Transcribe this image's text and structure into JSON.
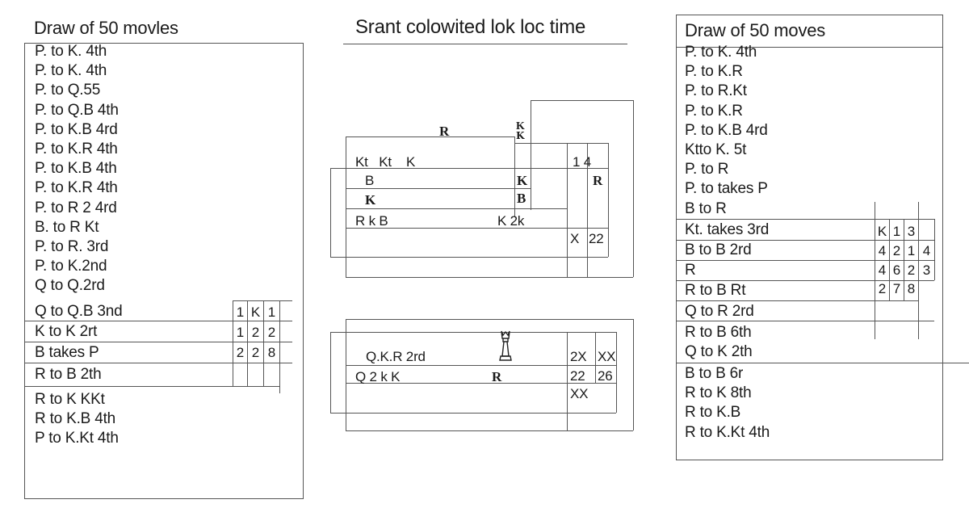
{
  "center_title": "Srant colowited lok loc time",
  "left_sheet": {
    "heading": "Draw of 50 movles",
    "moves_top": [
      "P. to K. 4th",
      "P. to K. 4th",
      "P. to Q.55",
      "P. to Q.B 4th",
      "P. to K.B 4rd",
      "P. to K.R 4th",
      "P. to K.B 4th",
      "P. to K.R 4th",
      "P. to R 2 4rd",
      "B. to R Kt",
      "P. to R. 3rd",
      "P. to K.2nd",
      "Q to Q.2rd"
    ],
    "moves_mid": [
      "Q to Q.B 3nd",
      "K to K 2rt",
      "B takes P",
      "R to B 2th"
    ],
    "moves_bottom": [
      "R to K KKt",
      "R to K.B 4th",
      "P to K.Kt 4th"
    ],
    "grid": [
      [
        "1",
        "K",
        "1"
      ],
      [
        "1",
        "2",
        "2"
      ],
      [
        "2",
        "2",
        "8"
      ]
    ]
  },
  "right_sheet": {
    "heading": "Draw of 50 moves",
    "moves_top": [
      "P. to K. 4th",
      "P. to K.R",
      "P. to R.Kt",
      "P. to K.R",
      "P. to K.B 4rd",
      "Ktto K. 5t",
      "P. to R",
      "P. to takes P",
      "B to R"
    ],
    "moves_mid": [
      "Kt. takes 3rd",
      "B to B 2rd",
      "R",
      "R to B Rt",
      "Q to R 2rd",
      "R to B 6th",
      "Q to K 2th"
    ],
    "moves_bottom": [
      "B to B 6r",
      "R to K 8th",
      "R to K.B",
      "R to K.Kt 4th"
    ],
    "grid": [
      [
        "K",
        "1",
        "3",
        ""
      ],
      [
        "4",
        "2",
        "1",
        "4"
      ],
      [
        "4",
        "6",
        "2",
        "3"
      ],
      [
        "2",
        "7",
        "8",
        ""
      ]
    ]
  },
  "diagram_top": {
    "piece_r_top": "R",
    "piece_k_top": "K",
    "row1_left": "Kt   Kt    K",
    "row1_num": "1 4",
    "row2_b": "B",
    "row2_k": "K",
    "row2_r": "R",
    "row3_k": "K",
    "row3_b": "B",
    "row4_left": "R k B",
    "row4_mid": "K 2k",
    "row5_x": "X",
    "row5_num": "22"
  },
  "diagram_bottom": {
    "line1": "Q.K.R 2rd",
    "line2": "Q 2 k K",
    "piece_r": "R",
    "cells": [
      "2X",
      "XX",
      "22",
      "26",
      "XX"
    ]
  }
}
